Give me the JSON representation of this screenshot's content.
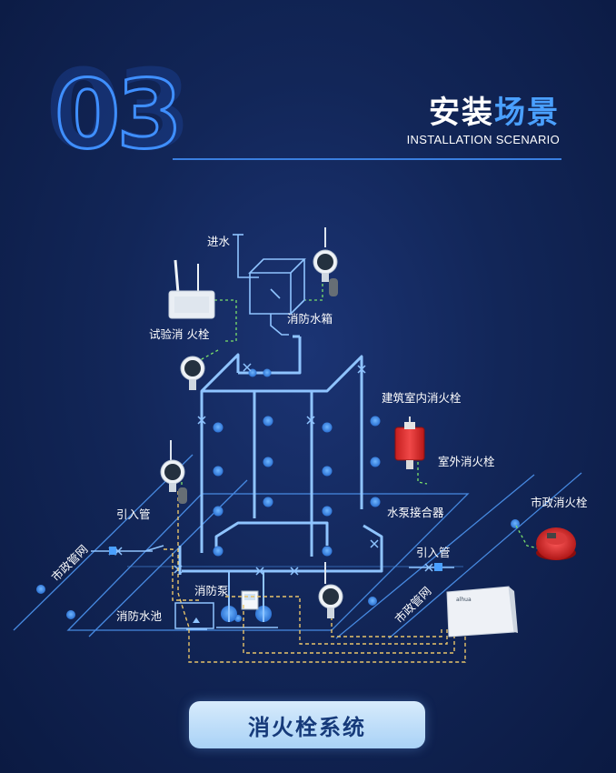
{
  "header": {
    "number": "03",
    "title_plain": "安装",
    "title_highlight": "场景",
    "subtitle": "INSTALLATION SCENARIO"
  },
  "labels": {
    "inlet": "进水",
    "fire_tank": "消防水箱",
    "test_hydrant": "试验消 火栓",
    "indoor_hydrant": "建筑室内消火栓",
    "outdoor_hydrant": "室外消火栓",
    "pump_adapter": "水泵接合器",
    "intake_pipe_left": "引入管",
    "intake_pipe_right": "引入管",
    "municipal_network_left": "市政管网",
    "municipal_network_right": "市政管网",
    "municipal_hydrant": "市政消火栓",
    "fire_pump": "消防泵",
    "fire_pool": "消防水池",
    "gauge_text": "0.00",
    "controller_brand": "alhua"
  },
  "bottom_button": "消火栓系统",
  "colors": {
    "pipe": "#8fc4ff",
    "grid_line": "#5aa8ff",
    "signal_dashed": "#e8c46a",
    "green_dashed": "#7be06a",
    "accent_blue": "#4aa0ff"
  }
}
